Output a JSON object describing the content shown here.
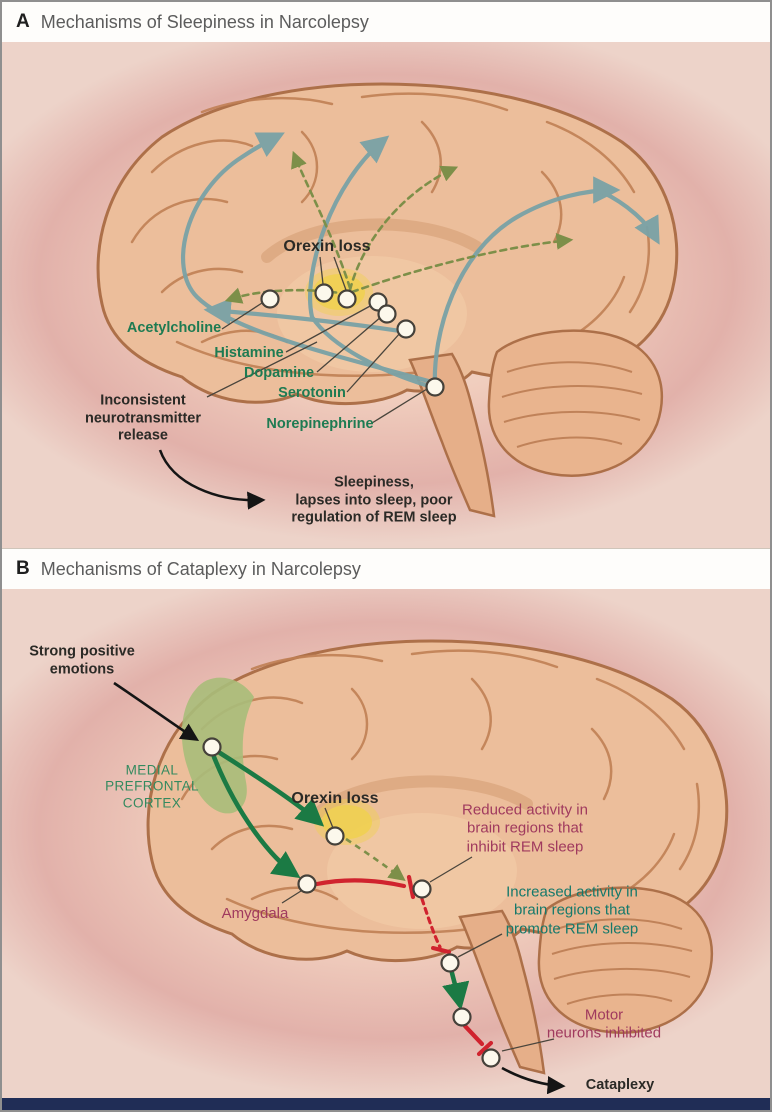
{
  "panel_a": {
    "letter": "A",
    "title": "Mechanisms of Sleepiness in Narcolepsy",
    "labels": {
      "orexin_loss": "Orexin loss",
      "acetylcholine": "Acetylcholine",
      "histamine": "Histamine",
      "dopamine": "Dopamine",
      "serotonin": "Serotonin",
      "norepinephrine": "Norepinephrine",
      "inconsistent_release": "Inconsistent\nneurotransmitter\nrelease",
      "outcome": "Sleepiness,\nlapses into sleep, poor\nregulation of REM sleep"
    }
  },
  "panel_b": {
    "letter": "B",
    "title": "Mechanisms of Cataplexy in Narcolepsy",
    "labels": {
      "strong_emotions": "Strong positive\nemotions",
      "mpfc": "MEDIAL\nPREFRONTAL\nCORTEX",
      "orexin_loss": "Orexin loss",
      "amygdala": "Amygdala",
      "reduced_activity": "Reduced activity in\nbrain regions that\ninhibit REM sleep",
      "increased_activity": "Increased activity in\nbrain regions that\npromote REM sleep",
      "motor_neurons": "Motor\nneurons inhibited",
      "cataplexy": "Cataplexy"
    }
  },
  "colors": {
    "background_pink": "#eccaba",
    "brain_tan": "#ecbe9b",
    "orexin_yellow": "#efd054",
    "mpfc_green": "#a9bd7a",
    "excitatory_green": "#1b7a44",
    "inhibitory_red": "#d0232e",
    "modulatory_teal": "#7aa2a6",
    "dashed_olive": "#7d8f49",
    "label_green": "#1e7b52",
    "label_maroon": "#a03a5e",
    "label_teal": "#15796b"
  }
}
